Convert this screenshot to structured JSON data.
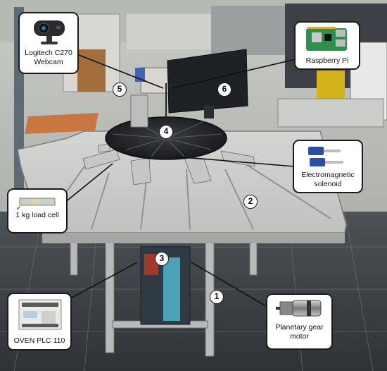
{
  "callouts": {
    "webcam": "Logitech C270 Webcam",
    "raspberry_pi": "Raspberry Pi",
    "load_cell": "1 kg load cell",
    "solenoid": "Electromagnetic solenoid",
    "plc": "OVEN PLC 110",
    "gear_motor": "Planetary gear motor"
  },
  "markers": [
    "1",
    "2",
    "3",
    "4",
    "5",
    "6"
  ],
  "icons": [
    "webcam-icon",
    "raspberry-pi-board-icon",
    "load-cell-icon",
    "solenoid-icon",
    "plc-icon",
    "gear-motor-icon"
  ]
}
